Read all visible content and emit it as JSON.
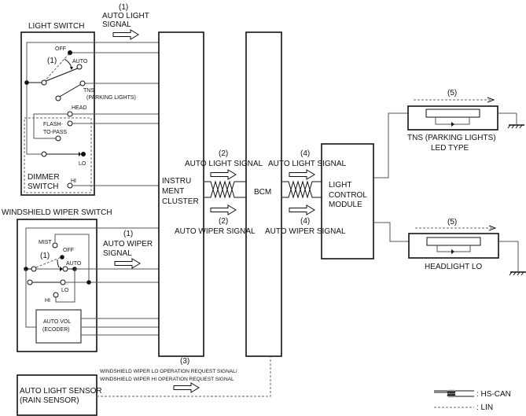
{
  "diagram": {
    "title": "Auto light / auto wiper system wiring diagram",
    "light_switch": {
      "label": "LIGHT SWITCH",
      "positions": [
        "OFF",
        "AUTO",
        "TNS",
        "(PARKING LIGHTS)",
        "HEAD",
        "FLASH-",
        "TO-PASS",
        "LO",
        "HI"
      ],
      "step_marker": "(1)",
      "dimmer_label_1": "DIMMER",
      "dimmer_label_2": "SWITCH"
    },
    "wiper_switch": {
      "label": "WINDSHIELD WIPER SWITCH",
      "positions": [
        "MIST",
        "OFF",
        "AUTO",
        "LO",
        "HI"
      ],
      "step_marker": "(1)",
      "auto_vol_1": "AUTO VOL",
      "auto_vol_2": "(ECODER)"
    },
    "modules": {
      "instrument_cluster": [
        "INSTRU",
        "MENT",
        "CLUSTER"
      ],
      "bcm": "BCM",
      "light_control_module": [
        "LIGHT",
        "CONTROL",
        "MODULE"
      ],
      "auto_light_sensor": [
        "AUTO LIGHT SENSOR",
        "(RAIN SENSOR)"
      ]
    },
    "signals": {
      "s1_light": {
        "num": "(1)",
        "line1": "AUTO LIGHT",
        "line2": "SIGNAL"
      },
      "s1_wiper": {
        "num": "(1)",
        "line1": "AUTO WIPER",
        "line2": "SIGNAL"
      },
      "s2_light": {
        "num": "(2)",
        "text": "AUTO LIGHT SIGNAL"
      },
      "s2_wiper": {
        "num": "(2)",
        "text": "AUTO WIPER SIGNAL"
      },
      "s3": {
        "num": "(3)",
        "line1": "WINDSHIELD WIPER LO OPERATION REQUEST SIGNAL/",
        "line2": "WINDSHIELD WIPER HI OPERATION REQUEST SIGNAL"
      },
      "s4_light": {
        "num": "(4)",
        "text": "AUTO LIGHT SIGNAL"
      },
      "s4_wiper": {
        "num": "(4)",
        "text": "AUTO WIPER SIGNAL"
      },
      "s5_tns": {
        "num": "(5)"
      },
      "s5_head": {
        "num": "(5)"
      }
    },
    "loads": {
      "tns_1": "TNS (PARKING LIGHTS)",
      "tns_2": "LED TYPE",
      "headlight": "HEADLIGHT LO"
    },
    "legend": {
      "hs_can": ": HS-CAN",
      "lin": ": LIN"
    }
  }
}
